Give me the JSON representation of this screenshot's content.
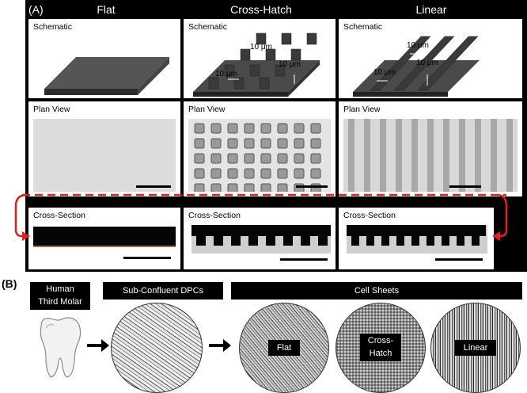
{
  "panel_a": {
    "label": "(A)",
    "columns": [
      "Flat",
      "Cross-Hatch",
      "Linear"
    ],
    "schematic_title": "Schematic",
    "plan_title": "Plan View",
    "section_title": "Cross-Section",
    "dimension_label": "10 μm"
  },
  "panel_b": {
    "label": "(B)",
    "source_line1": "Human",
    "source_line2": "Third Molar",
    "dpc_label": "Sub-Confluent DPCs",
    "sheets_label": "Cell Sheets",
    "sheet_flat": "Flat",
    "sheet_cross_line1": "Cross-",
    "sheet_cross_line2": "Hatch",
    "sheet_linear": "Linear"
  },
  "colors": {
    "frame": "#000000",
    "arrow": "#e02020",
    "surface_dark": "#3a3a3a",
    "plan_flat": "#dcdcdc"
  }
}
